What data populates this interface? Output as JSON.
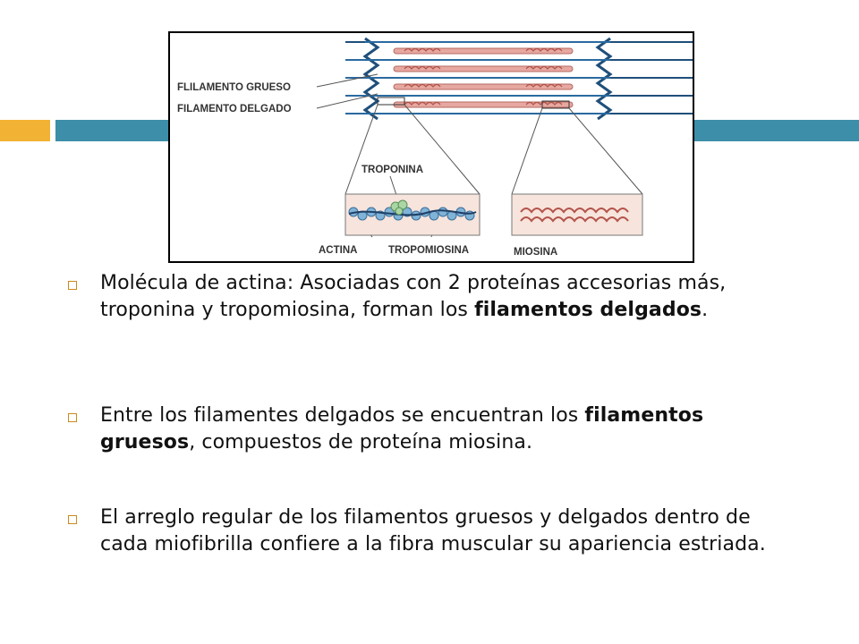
{
  "figure": {
    "labels": {
      "thick": "FLILAMENTO GRUESO",
      "thin": "FILAMENTO DELGADO",
      "troponin": "TROPONINA",
      "actin": "ACTINA",
      "tropomyosin": "TROPOMIOSINA",
      "myosin": "MIOSINA"
    }
  },
  "bullets": [
    {
      "prefix": "Molécula de actina: Asociadas con 2 proteínas accesorias más, troponina y tropomiosina, forman los ",
      "bold": "filamentos delgados",
      "suffix": "."
    },
    {
      "prefix": "Entre los filamentes delgados se encuentran los ",
      "bold": "filamentos gruesos",
      "suffix": ", compuestos de proteína miosina."
    },
    {
      "prefix": "El arreglo regular de los filamentos gruesos y delgados dentro de cada miofibrilla confiere a la fibra muscular su apariencia estriada.",
      "bold": "",
      "suffix": ""
    }
  ],
  "colors": {
    "accent_orange": "#f2b233",
    "accent_teal": "#3d8ea8",
    "bullet_marker": "#c98a1e"
  }
}
